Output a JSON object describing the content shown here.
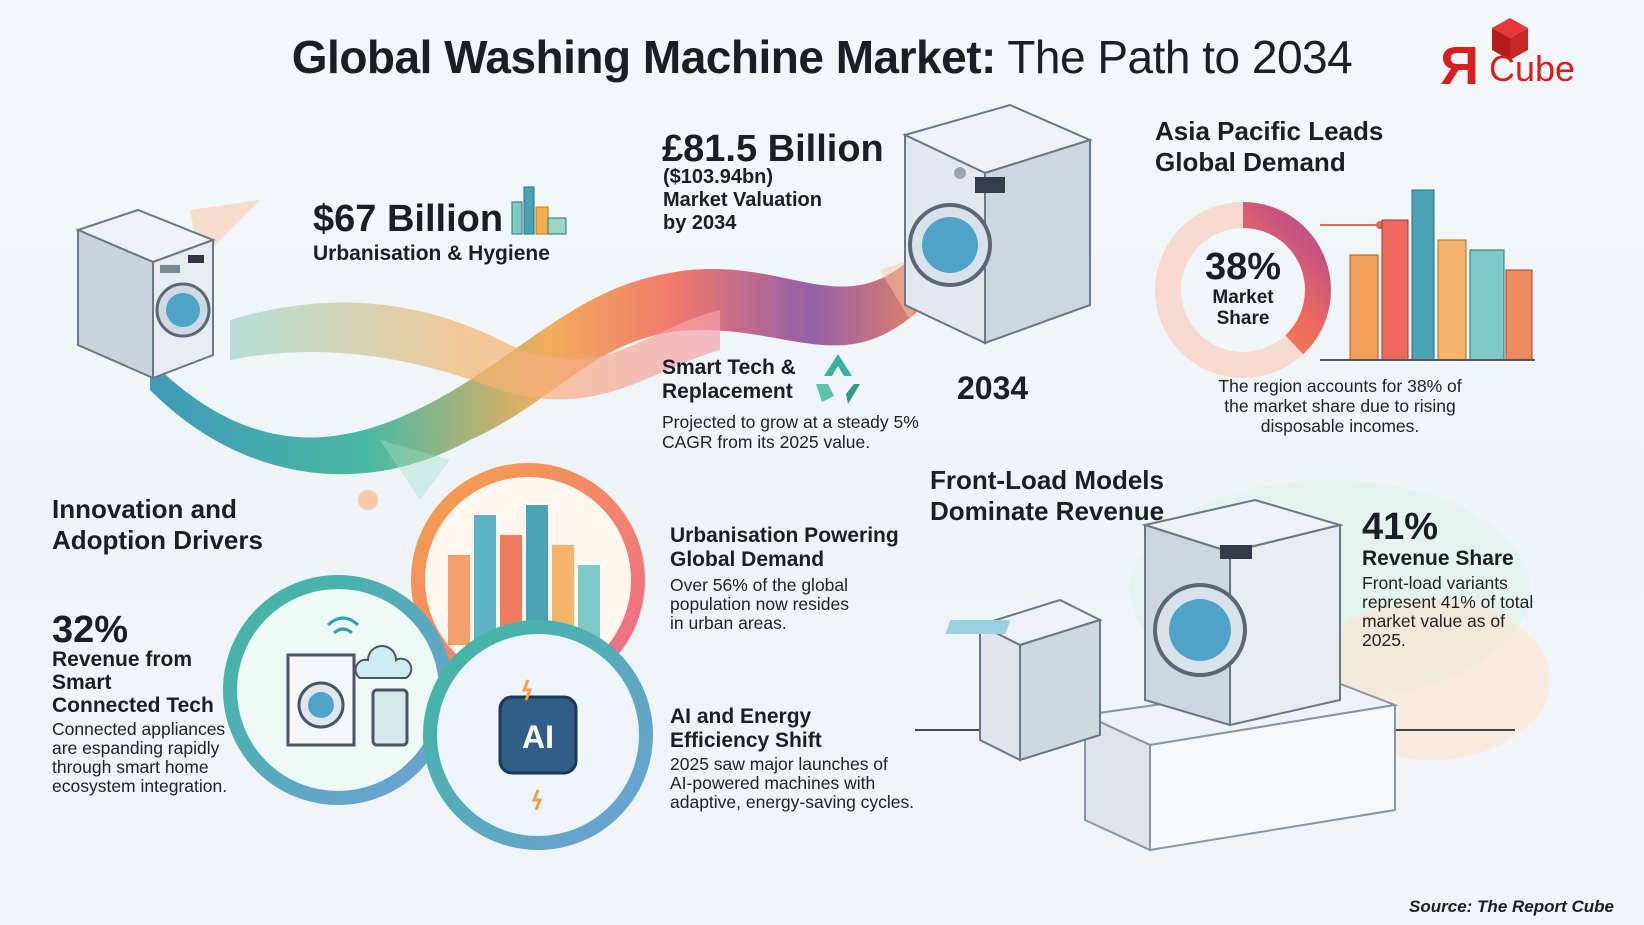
{
  "title": {
    "bold": "Global Washing Machine Market:",
    "light": "The Path to 2034"
  },
  "logo": {
    "mark": "R",
    "text": "Cube"
  },
  "stat_67": {
    "value": "$67 Billion",
    "label": "Urbanisation & Hygiene"
  },
  "stat_815": {
    "value": "£81.5 Billion",
    "line1": "($103.94bn)",
    "line2": "Market Valuation",
    "line3": "by 2034"
  },
  "year_label": "2034",
  "smart_tech": {
    "title1": "Smart Tech &",
    "title2": "Replacement",
    "desc1": "Projected to grow at a steady 5%",
    "desc2": "CAGR from its 2025 value."
  },
  "asia": {
    "title1": "Asia Pacific Leads",
    "title2": "Global Demand",
    "percent": "38%",
    "label1": "Market",
    "label2": "Share",
    "desc1": "The region accounts for 38% of",
    "desc2": "the market share due to rising",
    "desc3": "disposable incomes."
  },
  "innovation": {
    "title1": "Innovation and",
    "title2": "Adoption Drivers"
  },
  "smart32": {
    "percent": "32%",
    "label1": "Revenue from",
    "label2": "Smart",
    "label3": "Connected Tech",
    "desc1": "Connected appliances",
    "desc2": "are espanding rapidly",
    "desc3": "through smart home",
    "desc4": "ecosystem integration."
  },
  "urban": {
    "title1": "Urbanisation Powering",
    "title2": "Global Demand",
    "desc1": "Over 56% of the global",
    "desc2": "population now resides",
    "desc3": "in urban areas."
  },
  "ai": {
    "chip": "AI",
    "title1": "AI and Energy",
    "title2": "Efficiency Shift",
    "desc1": "2025 saw major launches of",
    "desc2": "AI-powered machines with",
    "desc3": "adaptive, energy-saving cycles."
  },
  "frontload": {
    "title1": "Front-Load Models",
    "title2": "Dominate Revenue",
    "percent": "41%",
    "label": "Revenue Share",
    "desc1": "Front-load variants",
    "desc2": "represent 41% of total",
    "desc3": "market value as of",
    "desc4": "2025."
  },
  "source": "Source: The Report Cube",
  "colors": {
    "brand_red": "#d81e1e",
    "teal": "#2aa6a6",
    "orange": "#f08a3c",
    "pink": "#e8556f",
    "purple": "#8a4fa0"
  },
  "market_share_fraction": 0.38
}
